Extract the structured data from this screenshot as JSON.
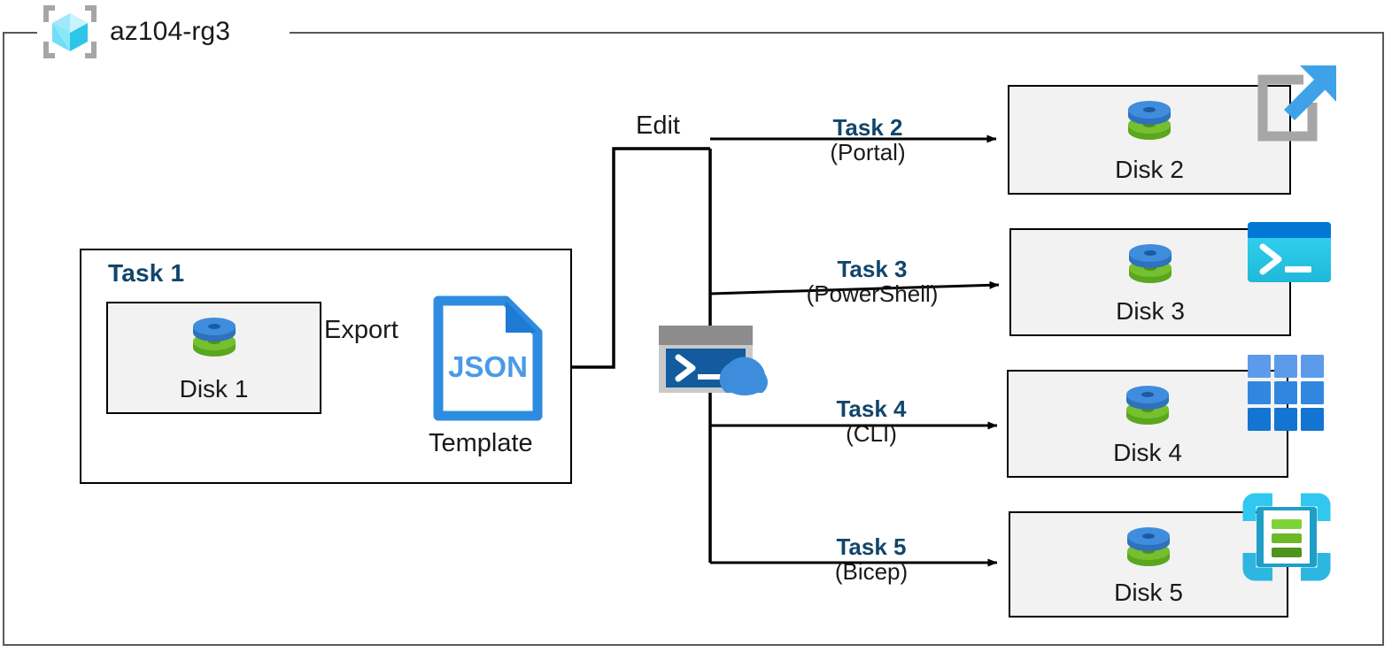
{
  "resource_group": {
    "name": "az104-rg3",
    "icon": "resource-group-cube-icon",
    "border_color": "#595959"
  },
  "colors": {
    "task_label": "#12456b",
    "box_border": "#000000",
    "box_fill": "#f2f2f2",
    "connector": "#000000",
    "json_blue": "#2d8ce0",
    "disk_top": "#3d8ddc",
    "disk_bottom": "#64b22c",
    "portal_gray": "#a6a6a6",
    "portal_arrow": "#3fa2e8",
    "powershell_cyan": "#2fd2ec",
    "powershell_titlebar": "#0078d4",
    "cli_blue": "#1e7fd4",
    "bicep_cyan": "#31c8ef",
    "bicep_green": "#6cc024",
    "cloudshell_terminal": "#135b9e",
    "cloudshell_frame": "#9a9a9a",
    "cloudshell_cloud": "#3d8ddc"
  },
  "task1": {
    "title": "Task 1",
    "disk": {
      "caption": "Disk 1",
      "icon": "disk-icon"
    },
    "export_label": "Export",
    "template": {
      "caption": "Template",
      "icon": "json-file-icon",
      "icon_text": "JSON"
    }
  },
  "edit_label": "Edit",
  "cloud_shell": {
    "icon": "cloud-shell-icon"
  },
  "branches": [
    {
      "task": "Task 2",
      "method": "(Portal)",
      "disk_caption": "Disk 2",
      "tool_icon": "portal-external-link-icon"
    },
    {
      "task": "Task 3",
      "method": "(PowerShell)",
      "disk_caption": "Disk 3",
      "tool_icon": "powershell-terminal-icon"
    },
    {
      "task": "Task 4",
      "method": "(CLI)",
      "disk_caption": "Disk 4",
      "tool_icon": "cli-grid-icon"
    },
    {
      "task": "Task 5",
      "method": "(Bicep)",
      "disk_caption": "Disk 5",
      "tool_icon": "bicep-document-icon"
    }
  ]
}
